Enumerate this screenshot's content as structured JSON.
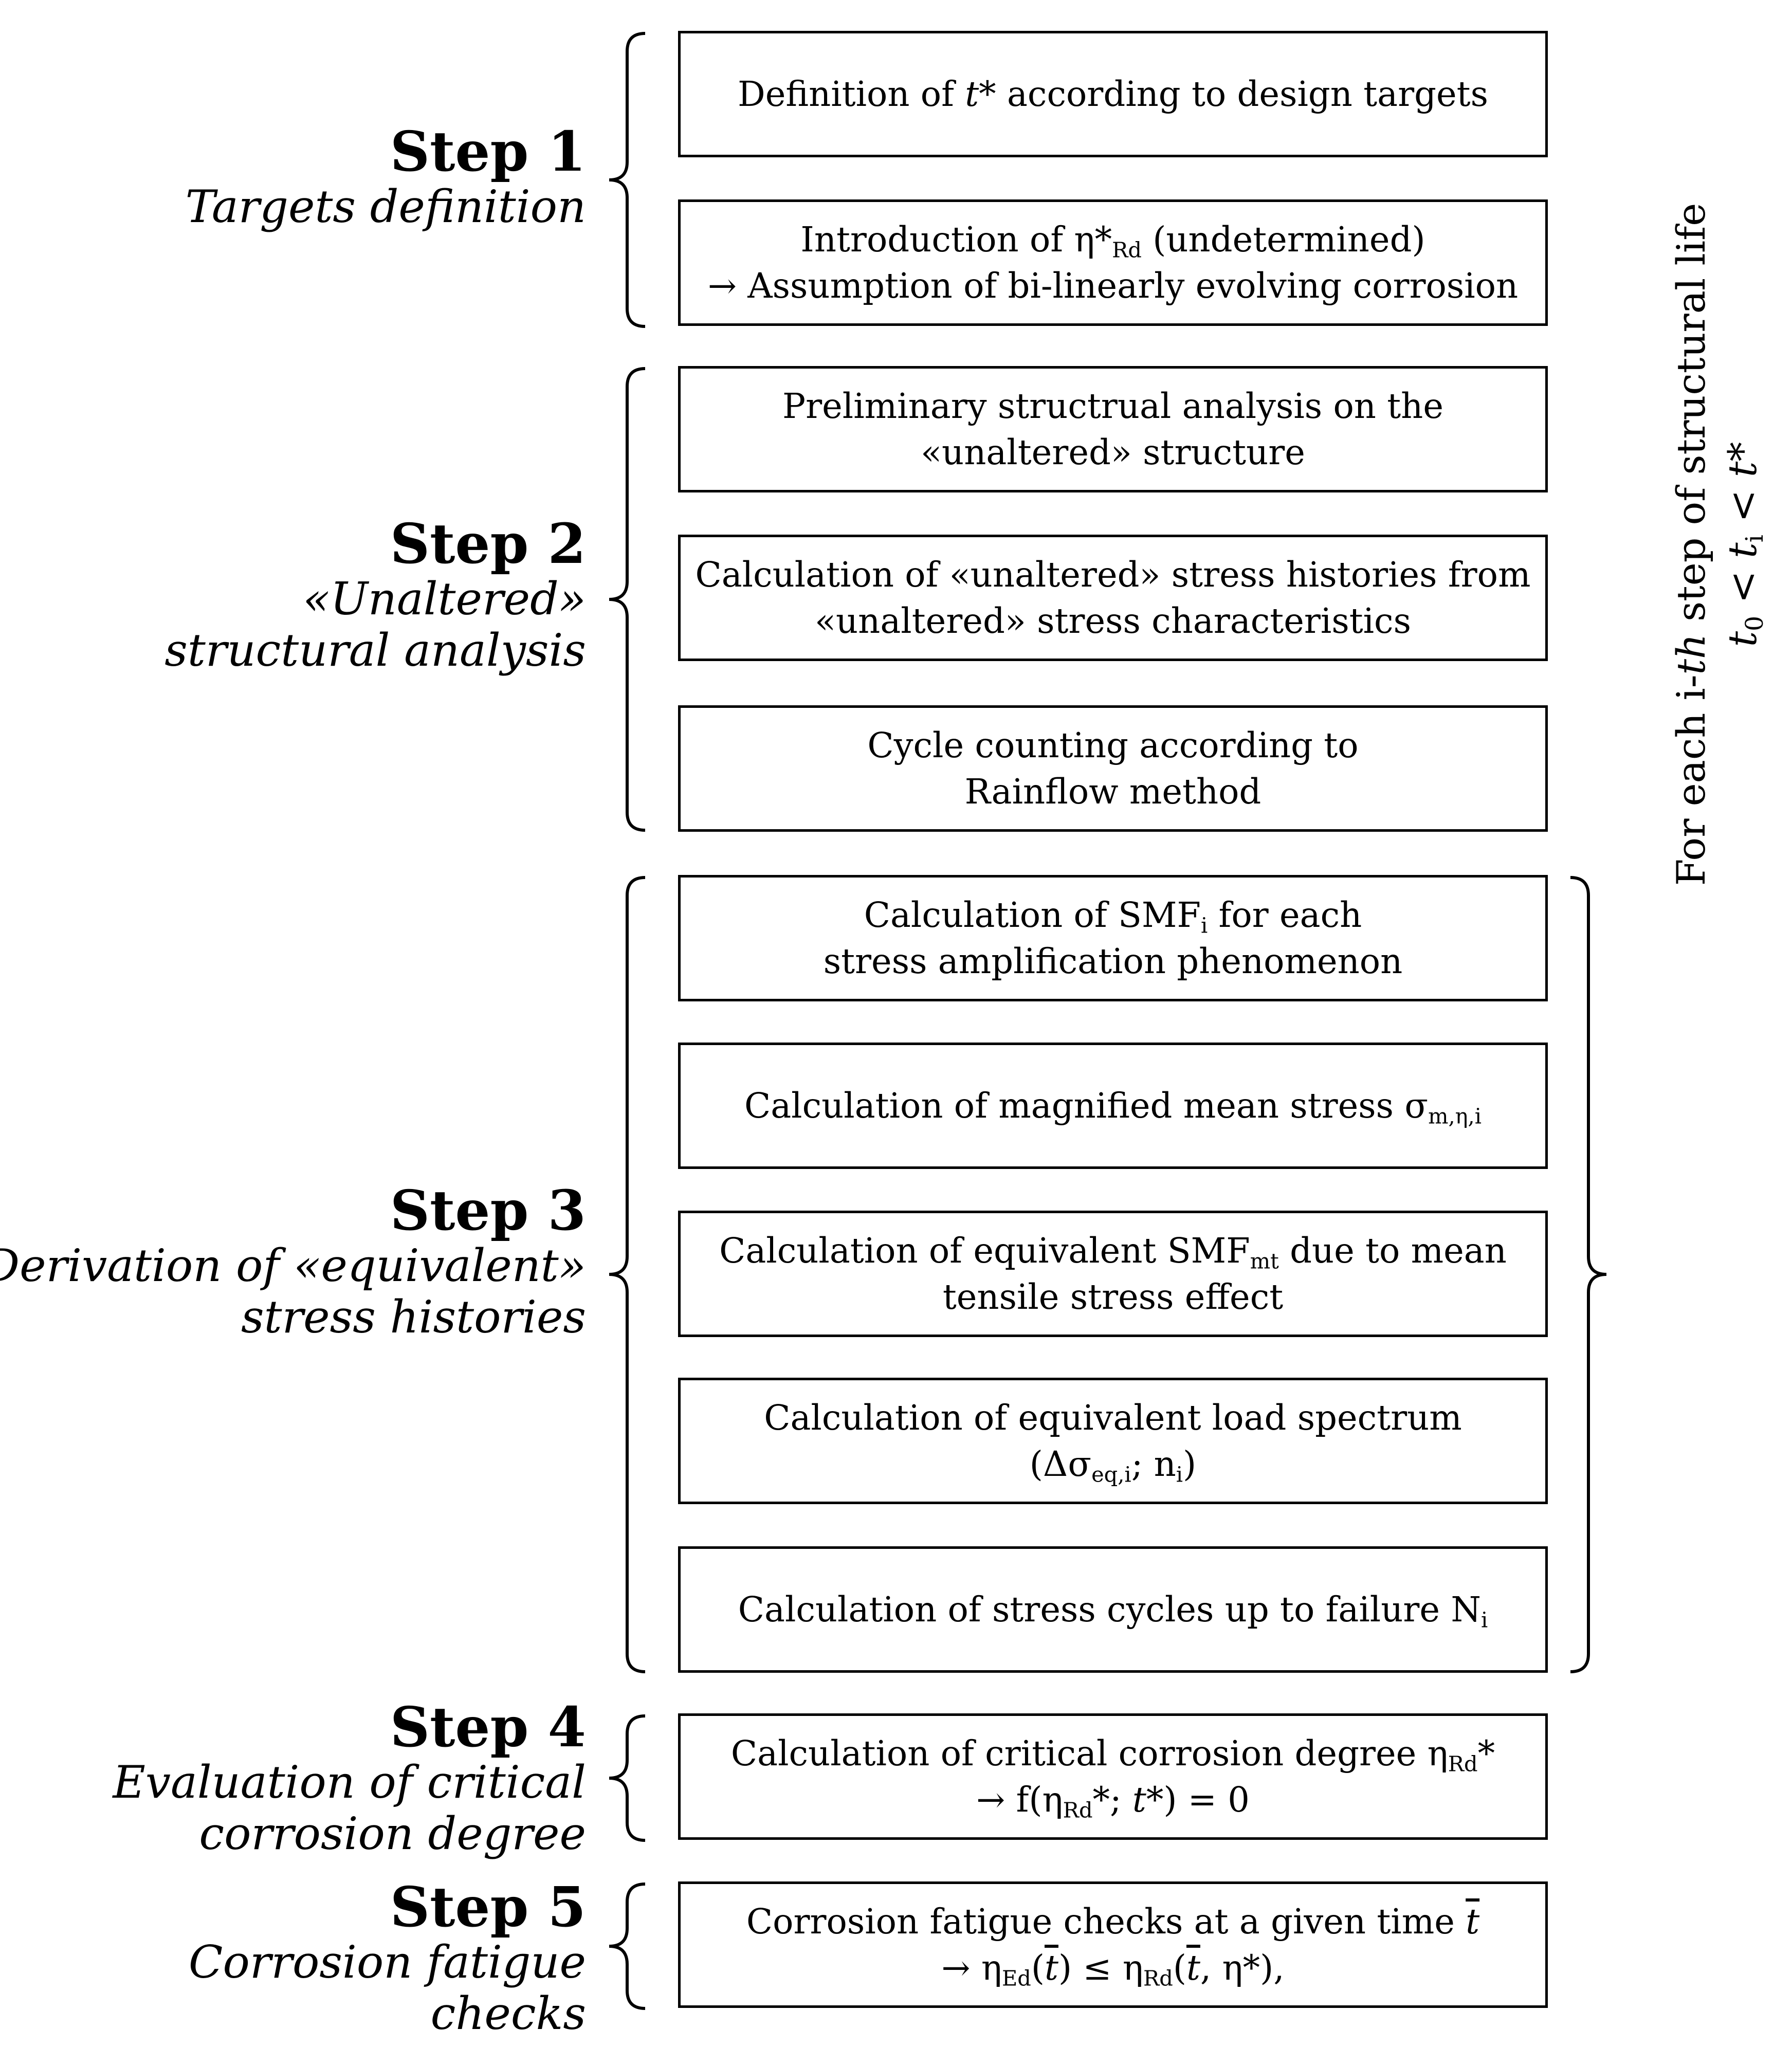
{
  "steps": [
    {
      "title": "Step 1",
      "subtitle": [
        "Targets definition"
      ]
    },
    {
      "title": "Step 2",
      "subtitle": [
        "«Unaltered»",
        "structural analysis"
      ]
    },
    {
      "title": "Step 3",
      "subtitle": [
        "Derivation of «equivalent»",
        "stress histories"
      ]
    },
    {
      "title": "Step 4",
      "subtitle": [
        "Evaluation of critical",
        "corrosion degree"
      ]
    },
    {
      "title": "Step 5",
      "subtitle": [
        "Corrosion fatigue",
        "checks"
      ]
    }
  ],
  "boxes": {
    "b1": {
      "pre": "Definition of ",
      "var": "t*",
      "post": " according to design targets"
    },
    "b2": {
      "l1_pre": "Introduction of η*",
      "l1_sub": "Rd",
      "l1_post": " (undetermined)",
      "l2": "→ Assumption of bi-linearly evolving corrosion"
    },
    "b3": {
      "l1": "Preliminary structrual analysis on the",
      "l2": "«unaltered» structure"
    },
    "b4": {
      "l1": "Calculation of «unaltered» stress histories from",
      "l2": "«unaltered» stress characteristics"
    },
    "b5": {
      "l1": "Cycle counting according to",
      "l2": "Rainflow method"
    },
    "b6": {
      "l1_pre": "Calculation of SMF",
      "l1_sub": "i",
      "l1_post": " for each",
      "l2": "stress amplification phenomenon"
    },
    "b7": {
      "pre": "Calculation of magnified mean stress σ",
      "sub": "m,η,i"
    },
    "b8": {
      "l1_pre": "Calculation of equivalent SMF",
      "l1_sub": "mt",
      "l1_post": " due to mean",
      "l2": "tensile stress effect"
    },
    "b9": {
      "l1": "Calculation of equivalent load spectrum",
      "l2_a": "(Δσ",
      "l2_sub1": "eq,i",
      "l2_b": "; n",
      "l2_sub2": "i",
      "l2_c": ")"
    },
    "b10": {
      "pre": "Calculation of stress cycles up to failure N",
      "sub": "i"
    },
    "b11": {
      "l1_pre": "Calculation of critical corrosion degree η",
      "l1_sub": "Rd",
      "l1_post": "*",
      "l2_a": "→ f(η",
      "l2_sub": "Rd",
      "l2_b": "*; ",
      "l2_var": "t*",
      "l2_c": ") = 0"
    },
    "b12": {
      "l1_pre": "Corrosion fatigue checks at a given time ",
      "l1_var": "t",
      "l2_a": "→ η",
      "l2_sub1": "Ed",
      "l2_b": "(",
      "l2_var1": "t",
      "l2_c": ") ≤ η",
      "l2_sub2": "Rd",
      "l2_d": "(",
      "l2_var2": "t",
      "l2_e": ", η*),"
    }
  },
  "side_label": {
    "l1_a": "For each i-",
    "l1_var": "th",
    "l1_b": " step of structural life",
    "t0": "t",
    "t0_sub": "0",
    "lt1": " < ",
    "ti": "t",
    "ti_sub": "i",
    "lt2": " < ",
    "tstar": "t*"
  }
}
